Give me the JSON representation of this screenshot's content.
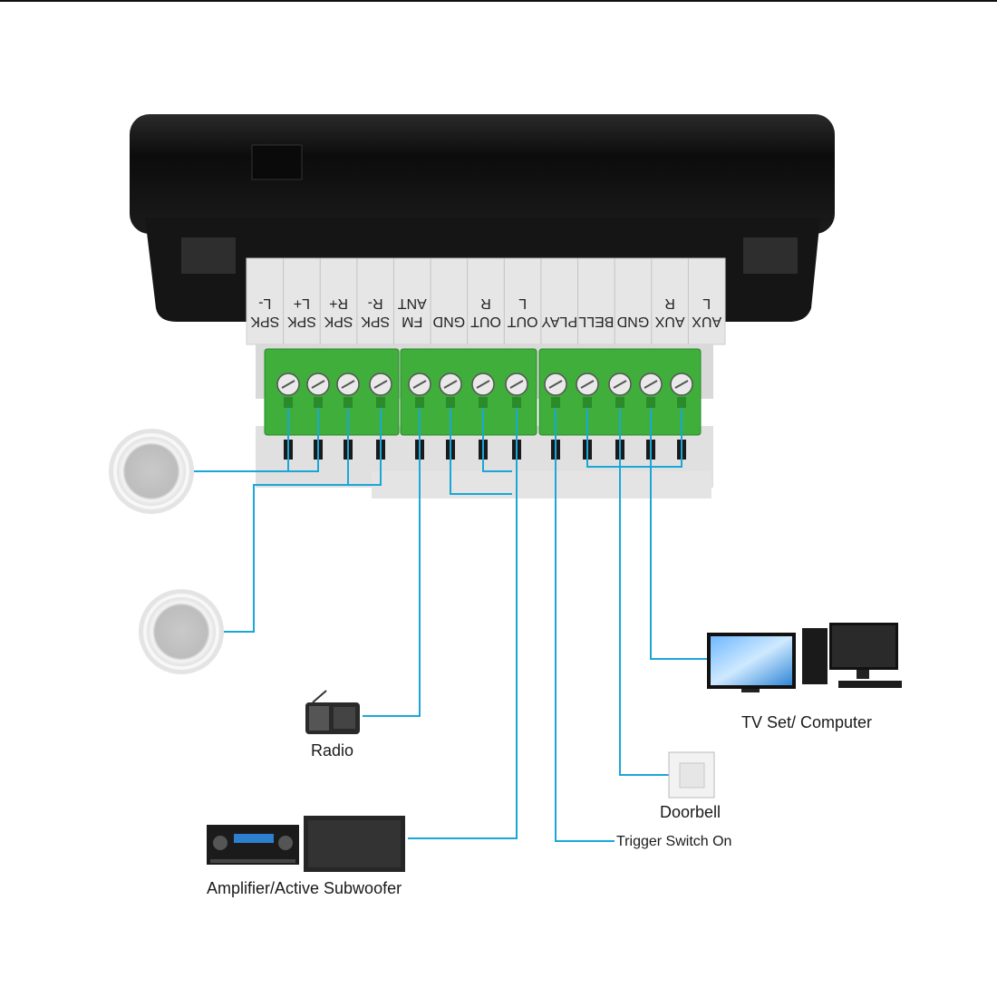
{
  "terminal_labels": [
    [
      "SPK",
      "L-"
    ],
    [
      "SPK",
      "L+"
    ],
    [
      "SPK",
      "R+"
    ],
    [
      "SPK",
      "R-"
    ],
    [
      "FM",
      "ANT"
    ],
    [
      "GND",
      ""
    ],
    [
      "OUT",
      "R"
    ],
    [
      "OUT",
      "L"
    ],
    [
      "PLAY",
      ""
    ],
    [
      "BELL",
      ""
    ],
    [
      "GND",
      ""
    ],
    [
      "AUX",
      "R"
    ],
    [
      "AUX",
      "L"
    ]
  ],
  "devices": {
    "radio": "Radio",
    "amplifier": "Amplifier/Active Subwoofer",
    "tv_computer": "TV Set/ Computer",
    "doorbell": "Doorbell",
    "trigger": "Trigger Switch On"
  },
  "colors": {
    "wire": "#1aa7d8",
    "housing": "#111111",
    "terminal_block": "#3fae3a",
    "label_strip": "#e6e6e6"
  }
}
